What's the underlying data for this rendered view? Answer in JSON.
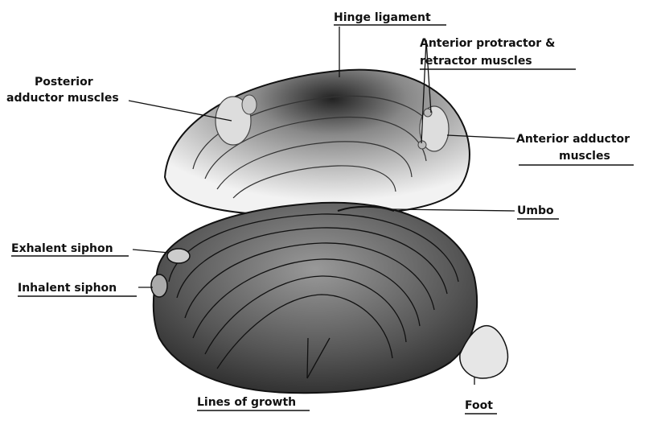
{
  "labels": {
    "hinge_ligament": "Hinge ligament",
    "anterior_protractor_1": "Anterior protractor &",
    "anterior_protractor_2": "retractor muscles",
    "posterior_adductor_1": "Posterior",
    "posterior_adductor_2": "adductor muscles",
    "anterior_adductor_1": "Anterior adductor",
    "anterior_adductor_2": "muscles",
    "umbo": "Umbo",
    "exhalent_siphon": "Exhalent siphon",
    "inhalent_siphon": "Inhalent siphon",
    "lines_of_growth": "Lines of growth",
    "foot": "Foot"
  },
  "colors": {
    "ink": "#111111",
    "shell_shade": "#555555",
    "paper": "#ffffff"
  }
}
